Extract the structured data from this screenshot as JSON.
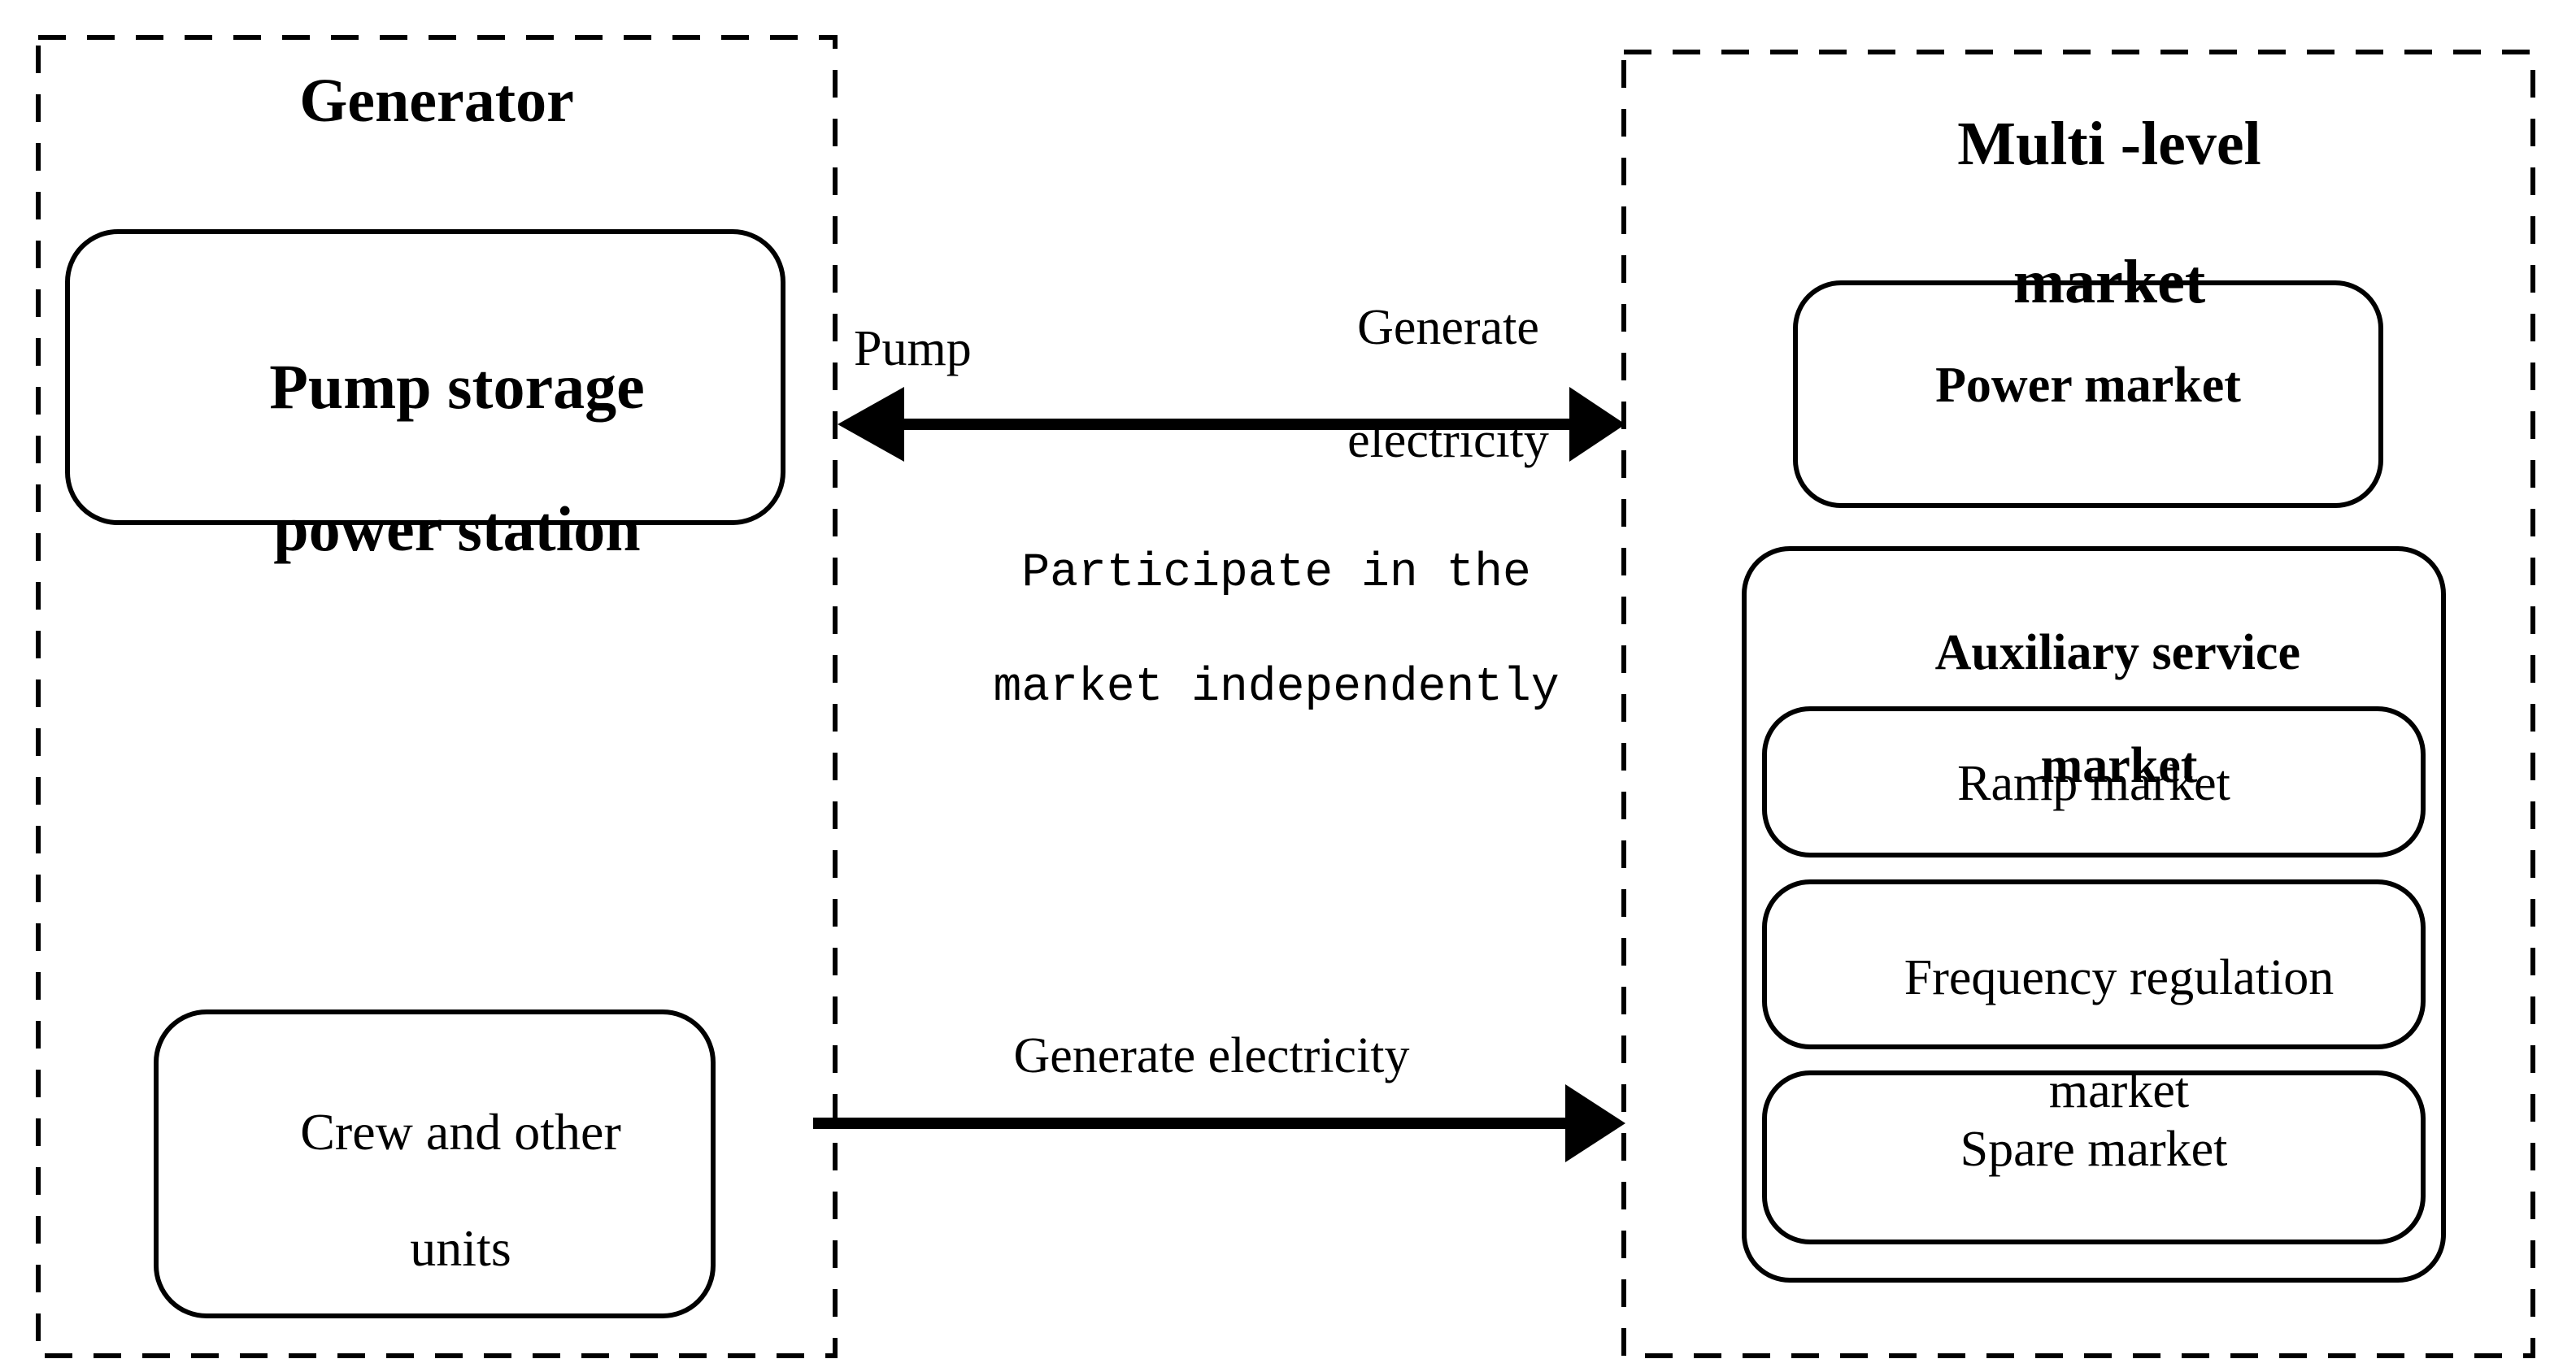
{
  "diagram": {
    "title_left": "Generator",
    "title_right_line1": "Multi -level",
    "title_right_line2": "market",
    "left_panel": {
      "name": "Generator",
      "boxes": [
        {
          "id": "pump-storage-power-station",
          "line1": "Pump storage",
          "line2": "power station"
        },
        {
          "id": "crew-and-other-units",
          "line1": "Crew and other",
          "line2": "units"
        }
      ]
    },
    "right_panel": {
      "name": "Multi -level market",
      "boxes": [
        {
          "id": "power-market",
          "label": "Power market"
        },
        {
          "id": "auxiliary-service-market",
          "line1": "Auxiliary service",
          "line2": "market",
          "children": [
            {
              "id": "ramp-market",
              "label": "Ramp market"
            },
            {
              "id": "frequency-regulation-market",
              "line1": "Frequency regulation",
              "line2": "market"
            },
            {
              "id": "spare-market",
              "label": "Spare market"
            }
          ]
        }
      ]
    },
    "connectors": [
      {
        "id": "bidirectional-connector",
        "direction": "both",
        "label_left": "Pump",
        "label_right_line1": "Generate",
        "label_right_line2": "electricity",
        "note_line1": "Participate in the",
        "note_line2": "market independently"
      },
      {
        "id": "generate-electricity-connector",
        "direction": "right",
        "label": "Generate electricity"
      }
    ],
    "colors": {
      "stroke": "#000000",
      "background": "#ffffff"
    }
  }
}
